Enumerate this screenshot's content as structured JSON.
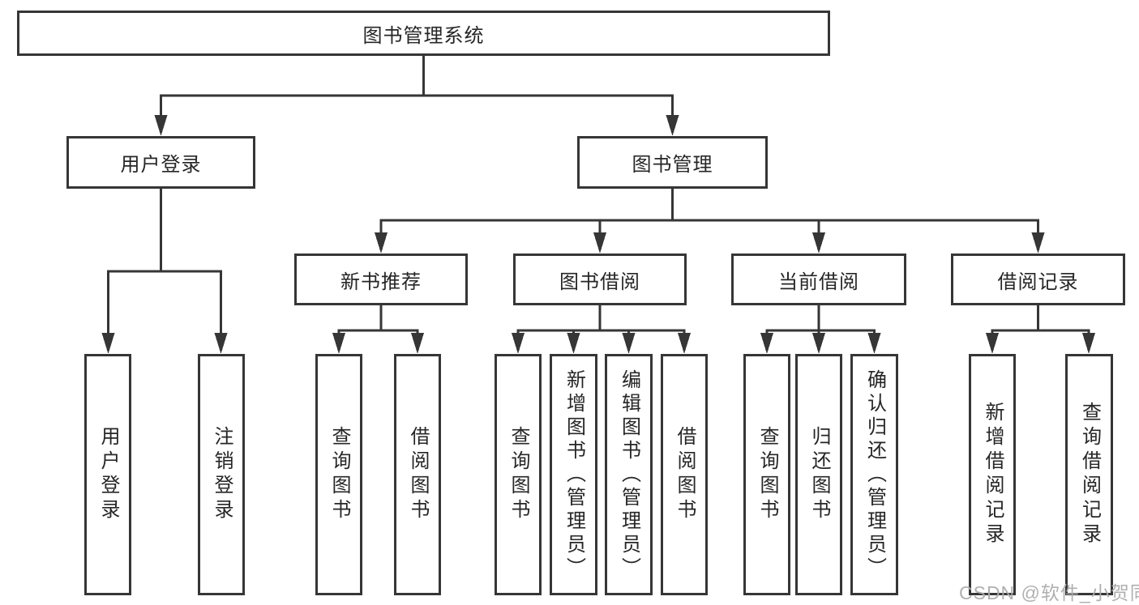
{
  "diagram": {
    "root": {
      "label": "图书管理系统"
    },
    "level2": {
      "user_login": {
        "label": "用户登录"
      },
      "book_mgmt": {
        "label": "图书管理"
      }
    },
    "level3": {
      "new_book": {
        "label": "新书推荐"
      },
      "borrow": {
        "label": "图书借阅"
      },
      "current": {
        "label": "当前借阅"
      },
      "records": {
        "label": "借阅记录"
      }
    },
    "leaves": {
      "user_login": {
        "label": "用户登录"
      },
      "logout": {
        "label": "注销登录"
      },
      "nb_query": {
        "label": "查询图书"
      },
      "nb_borrow": {
        "label": "借阅图书"
      },
      "bb_query": {
        "label": "查询图书"
      },
      "bb_add": {
        "label": "新增图书（管理员）"
      },
      "bb_edit": {
        "label": "编辑图书（管理员）"
      },
      "bb_borrow": {
        "label": "借阅图书"
      },
      "cb_query": {
        "label": "查询图书"
      },
      "cb_return": {
        "label": "归还图书"
      },
      "cb_confirm": {
        "label": "确认归还（管理员）"
      },
      "br_add": {
        "label": "新增借阅记录"
      },
      "br_query": {
        "label": "查询借阅记录"
      }
    }
  },
  "watermark": {
    "text": "CSDN @软件_小贺同学"
  },
  "colors": {
    "line": "#363636",
    "text": "#262626",
    "watermark": "#acacac"
  }
}
